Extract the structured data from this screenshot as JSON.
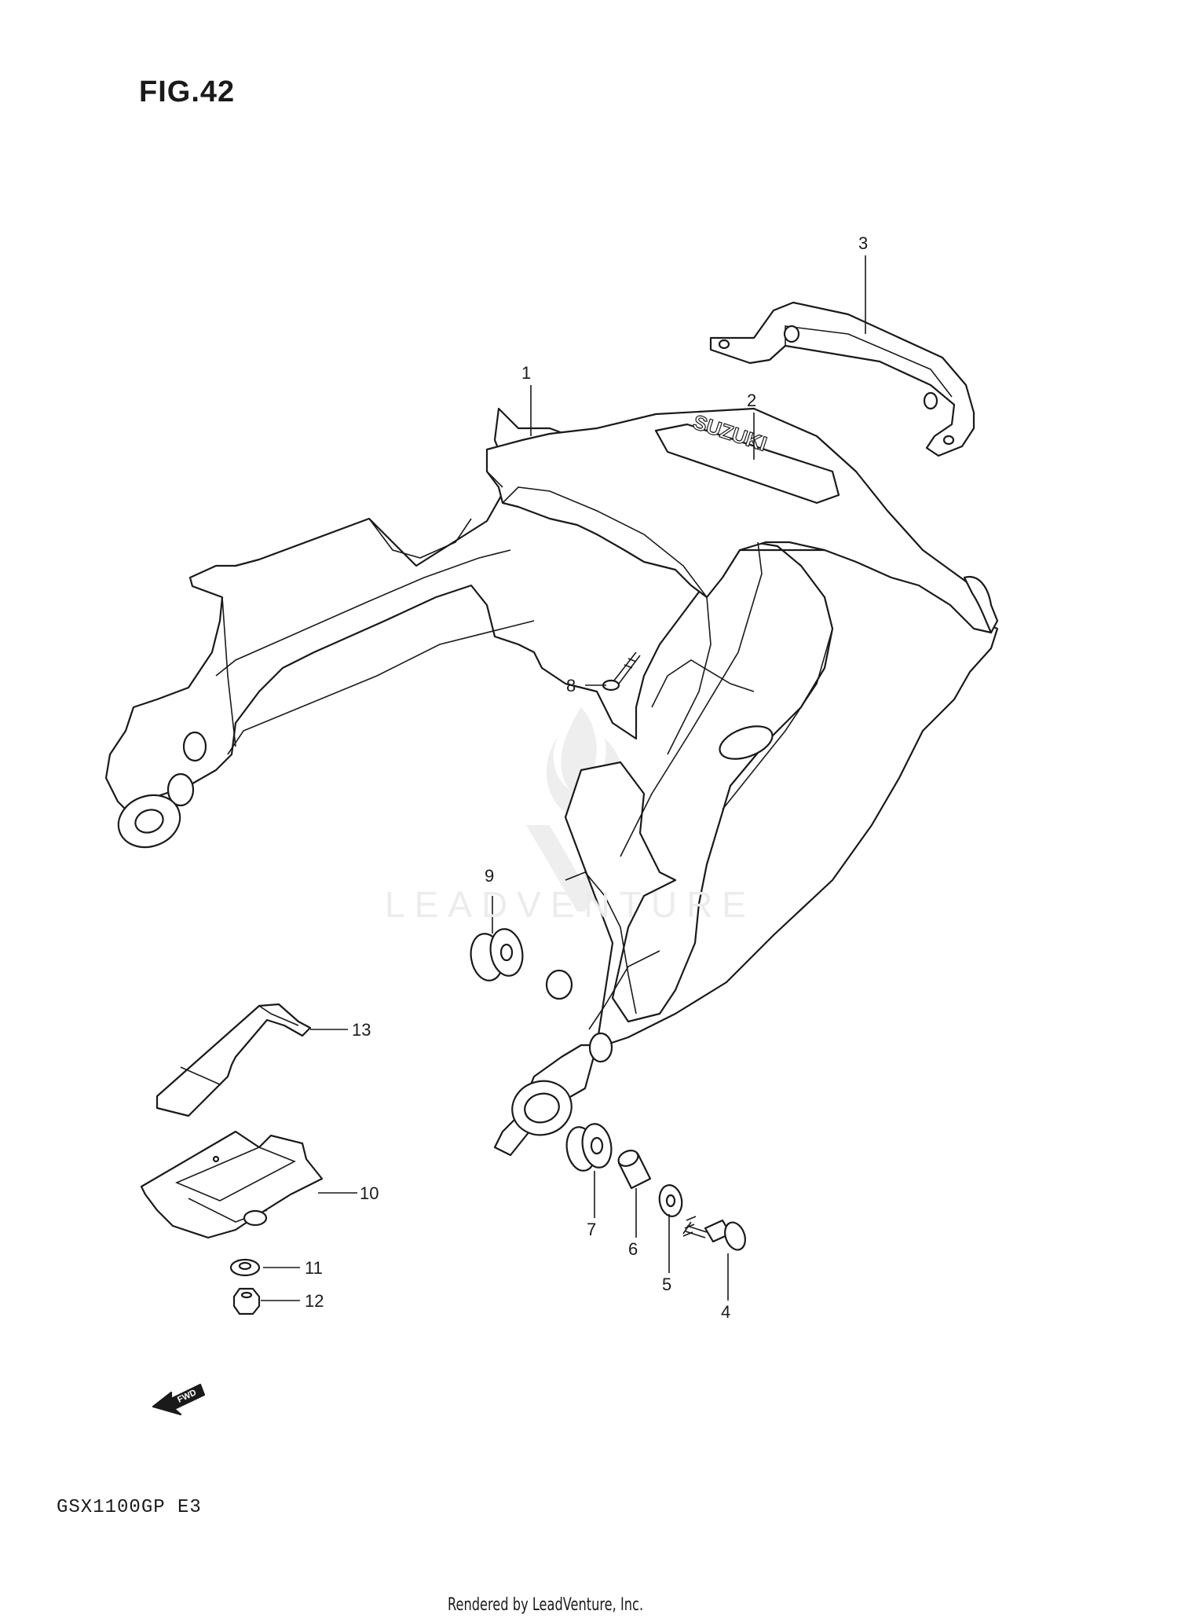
{
  "figure_title": "FIG.42",
  "model_code": "GSX1100GP  E3",
  "footer": "Rendered by LeadVenture, Inc.",
  "watermark_text": "LEADVENTURE",
  "logo_text": "SUZUKI",
  "fwd_label": "FWD",
  "callouts": {
    "c1": "1",
    "c2": "2",
    "c3": "3",
    "c4": "4",
    "c5": "5",
    "c6": "6",
    "c7": "7",
    "c8": "8",
    "c9": "9",
    "c10": "10",
    "c11": "11",
    "c12": "12",
    "c13": "13"
  },
  "colors": {
    "line": "#1a1a1a",
    "background": "#ffffff",
    "watermark": "#eeeeee"
  }
}
